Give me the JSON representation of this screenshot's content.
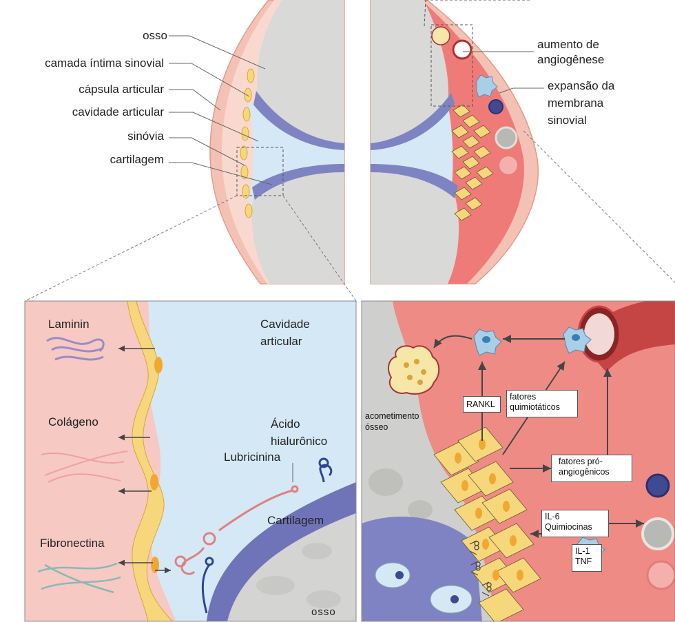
{
  "top_left_labels": {
    "bone": "osso",
    "synovial_intima": "camada íntima sinovial",
    "joint_capsule": "cápsula articular",
    "joint_cavity": "cavidade articular",
    "synovium": "sinóvia",
    "cartilage": "cartilagem"
  },
  "top_right_labels": {
    "angiogenesis_line1": "aumento de",
    "angiogenesis_line2": "angiogênese",
    "expansion_line1": "expansão da",
    "expansion_line2": "membrana",
    "expansion_line3": "sinovial"
  },
  "bottom_left": {
    "laminin": "Laminin",
    "collagen": "Colágeno",
    "fibronectin": "Fibronectina",
    "cavity_line1": "Cavidade",
    "cavity_line2": "articular",
    "hyaluronic_line1": "Ácido",
    "hyaluronic_line2": "hialurônico",
    "lubricin": "Lubricinina",
    "cartilage": "Cartilagem",
    "bone": "osso"
  },
  "bottom_right": {
    "bone_involvement_line1": "acometimento",
    "bone_involvement_line2": "ósseo",
    "rankl": "RANKL",
    "chemotactic_line1": "fatores",
    "chemotactic_line2": "quimiotáticos",
    "proangio_line1": "fatores pró-",
    "proangio_line2": "angiogênicos",
    "il6_line1": "IL-6",
    "il6_line2": "Quimiocinas",
    "il1_line1": "IL-1",
    "il1_line2": "TNF"
  },
  "colors": {
    "bone": "#d9d9d7",
    "cavity": "#d5e8f5",
    "cartilage": "#6f74b8",
    "synovial_cell": "#f6d77c",
    "capsule": "#f4c2b4",
    "inflamed": "#ef7b78",
    "panel_pink": "#f6c9c3"
  }
}
